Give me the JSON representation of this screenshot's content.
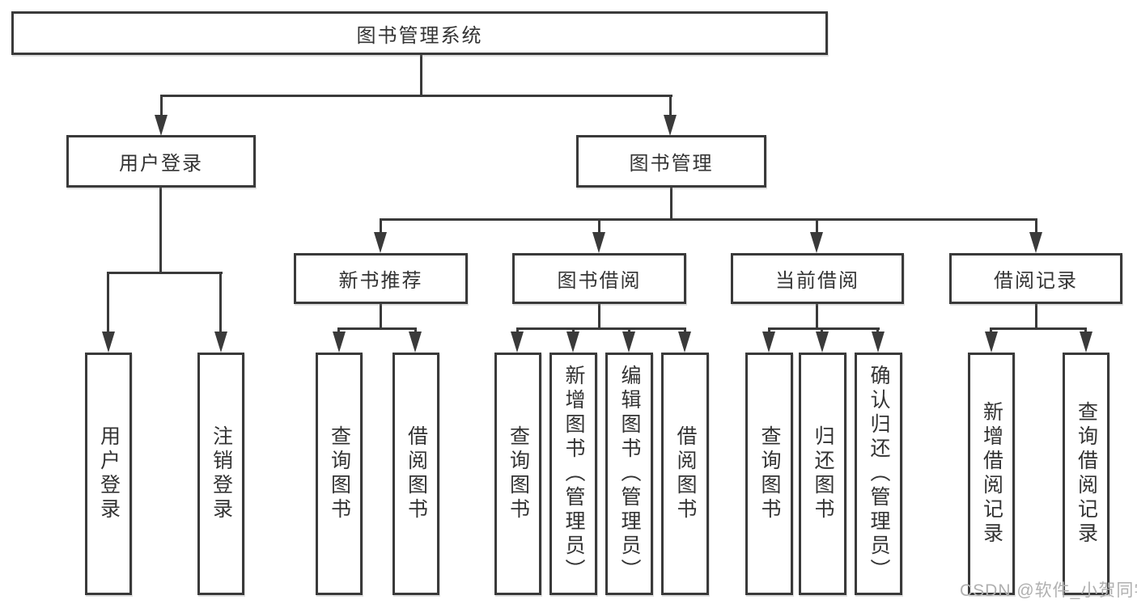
{
  "diagram_type": "functional-structure-tree",
  "colors": {
    "line": "#3a3a3a",
    "text": "#333333",
    "watermark": "#b0b0b0",
    "background": "#ffffff"
  },
  "watermark": {
    "text": "CSDN @软件_小贺同学"
  },
  "tree": {
    "root": {
      "label": "图书管理系统"
    },
    "children": [
      {
        "label": "用户登录",
        "children": [
          {
            "label": "用户登录"
          },
          {
            "label": "注销登录"
          }
        ]
      },
      {
        "label": "图书管理",
        "children": [
          {
            "label": "新书推荐",
            "children": [
              {
                "label": "查询图书"
              },
              {
                "label": "借阅图书"
              }
            ]
          },
          {
            "label": "图书借阅",
            "children": [
              {
                "label": "查询图书"
              },
              {
                "label": "新增图书（管理员）"
              },
              {
                "label": "编辑图书（管理员）"
              },
              {
                "label": "借阅图书"
              }
            ]
          },
          {
            "label": "当前借阅",
            "children": [
              {
                "label": "查询图书"
              },
              {
                "label": "归还图书"
              },
              {
                "label": "确认归还（管理员）"
              }
            ]
          },
          {
            "label": "借阅记录",
            "children": [
              {
                "label": "新增借阅记录"
              },
              {
                "label": "查询借阅记录"
              }
            ]
          }
        ]
      }
    ]
  }
}
